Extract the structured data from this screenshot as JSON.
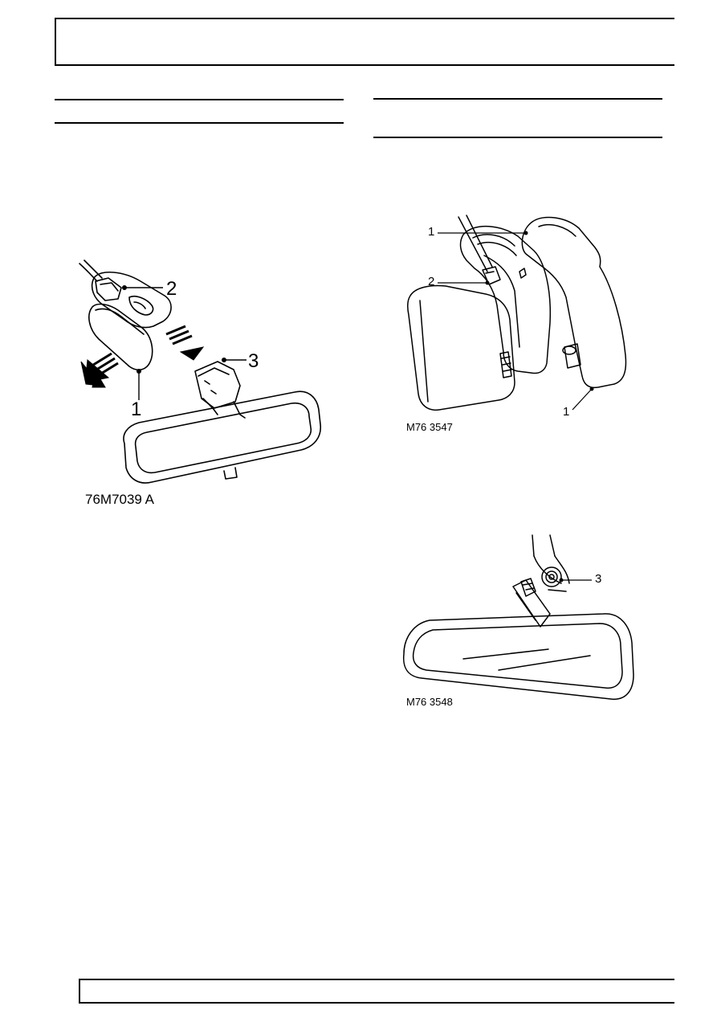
{
  "figures": [
    {
      "caption": "76M7039 A",
      "callouts": [
        "1",
        "2",
        "3"
      ]
    },
    {
      "caption": "M76 3547",
      "callouts": [
        "1",
        "2",
        "1"
      ]
    },
    {
      "caption": "M76 3548",
      "callouts": [
        "3"
      ]
    }
  ],
  "colors": {
    "line": "#000000",
    "background": "#ffffff"
  }
}
